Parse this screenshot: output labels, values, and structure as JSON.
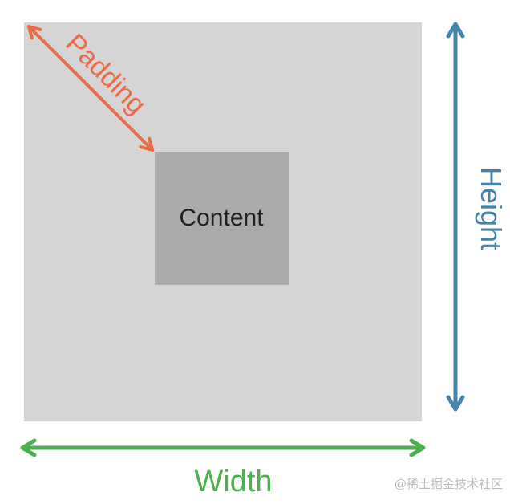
{
  "diagram": {
    "labels": {
      "padding": "Padding",
      "content": "Content",
      "height": "Height",
      "width": "Width"
    },
    "watermark": "@稀土掘金技术社区"
  },
  "colors": {
    "background": "#ffffff",
    "padding_box": "#d5d5d5",
    "content_box": "#ababab",
    "content_text": "#212121",
    "padding_arrow": "#ed6a45",
    "height_arrow": "#4484ab",
    "width_arrow": "#4caf50",
    "watermark_text": "#bcbcbc"
  }
}
